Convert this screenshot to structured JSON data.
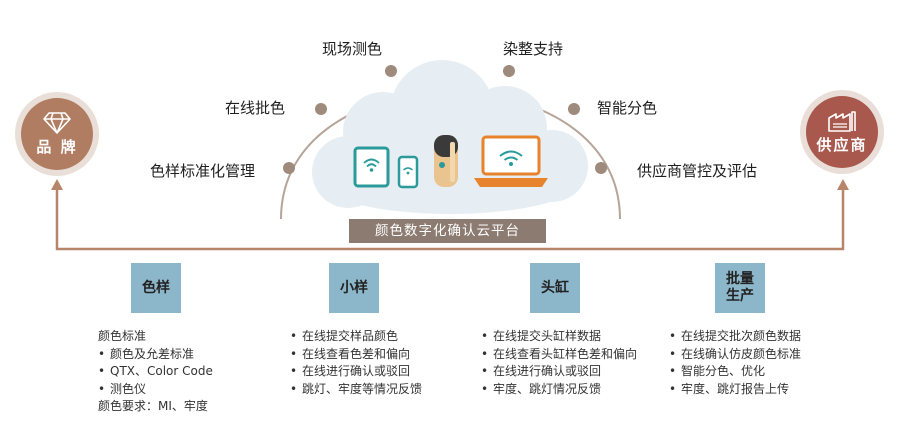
{
  "colors": {
    "arc": "#b5a497",
    "arrow": "#b7856a",
    "brand_circle": "#b07d63",
    "supplier_circle": "#a8584d",
    "platform_bar": "#8c7b70",
    "stage_box": "#8cb6c9",
    "cloud": "#e6eef3",
    "device_teal": "#2a9a9a",
    "device_orange": "#e8832d"
  },
  "endpoints": {
    "brand": {
      "label": "品 牌",
      "icon": "diamond-icon"
    },
    "supplier": {
      "label": "供应商",
      "icon": "factory-icon"
    }
  },
  "arc_labels": {
    "left": [
      "色样标准化管理",
      "在线批色",
      "现场测色"
    ],
    "right": [
      "染整支持",
      "智能分色",
      "供应商管控及评估"
    ]
  },
  "platform": {
    "label": "颜色数字化确认云平台"
  },
  "stages": [
    {
      "title": [
        "色样"
      ],
      "lines": [
        {
          "text": "颜色标准",
          "bullet": false
        },
        {
          "text": "颜色及允差标准",
          "bullet": true
        },
        {
          "text": "QTX、Color Code",
          "bullet": true
        },
        {
          "text": "测色仪",
          "bullet": true
        },
        {
          "text": "颜色要求：MI、牢度",
          "bullet": false
        }
      ]
    },
    {
      "title": [
        "小样"
      ],
      "lines": [
        {
          "text": "在线提交样品颜色",
          "bullet": true
        },
        {
          "text": "在线查看色差和偏向",
          "bullet": true
        },
        {
          "text": "在线进行确认或驳回",
          "bullet": true
        },
        {
          "text": "跳灯、牢度等情况反馈",
          "bullet": true
        }
      ]
    },
    {
      "title": [
        "头缸"
      ],
      "lines": [
        {
          "text": "在线提交头缸样数据",
          "bullet": true
        },
        {
          "text": "在线查看头缸样色差和偏向",
          "bullet": true
        },
        {
          "text": "在线进行确认或驳回",
          "bullet": true
        },
        {
          "text": "牢度、跳灯情况反馈",
          "bullet": true
        }
      ]
    },
    {
      "title": [
        "批量",
        "生产"
      ],
      "lines": [
        {
          "text": "在线提交批次颜色数据",
          "bullet": true
        },
        {
          "text": "在线确认仿皮颜色标准",
          "bullet": true
        },
        {
          "text": "智能分色、优化",
          "bullet": true
        },
        {
          "text": "牢度、跳灯报告上传",
          "bullet": true
        }
      ]
    }
  ]
}
